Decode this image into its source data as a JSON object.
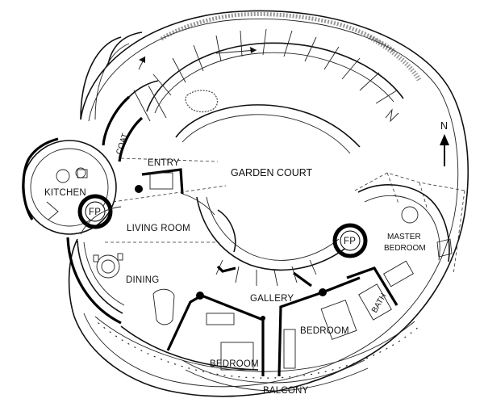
{
  "labels": {
    "garden_court": "GARDEN COURT",
    "entry": "ENTRY",
    "coat": "COAT",
    "kitchen": "KITCHEN",
    "fp_west": "FP",
    "living_room": "LIVING ROOM",
    "dining": "DINING",
    "gallery": "GALLERY",
    "bedroom_south": "BEDROOM",
    "bedroom_east": "BEDROOM",
    "balcony": "BALCONY",
    "bath": "BATH",
    "master_bedroom_line1": "MASTER",
    "master_bedroom_line2": "BEDROOM",
    "fp_east": "FP",
    "north": "N"
  },
  "colors": {
    "line": "#111111",
    "background": "#ffffff"
  }
}
